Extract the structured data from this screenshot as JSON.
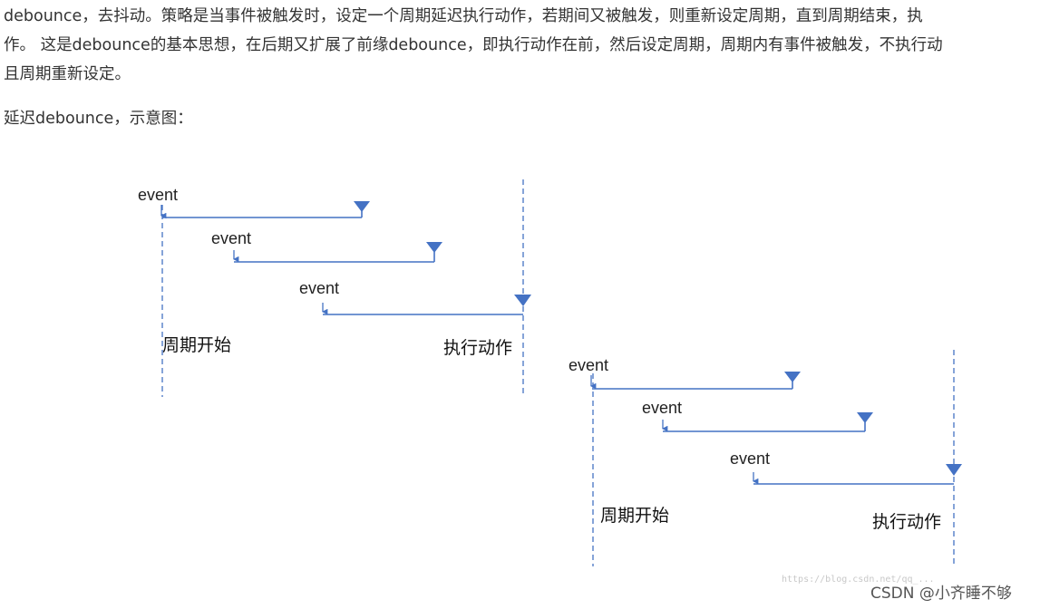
{
  "article": {
    "paragraph_lines": [
      "debounce，去抖动。策略是当事件被触发时，设定一个周期延迟执行动作，若期间又被触发，则重新设定周期，直到周期结束，执",
      "作。 这是debounce的基本思想，在后期又扩展了前缘debounce，即执行动作在前，然后设定周期，周期内有事件被触发，不执行动",
      "且周期重新设定。"
    ],
    "subtitle": "延迟debounce，示意图："
  },
  "diagram": {
    "event_label": "event",
    "cycle_start_label": "周期开始",
    "execute_label": "执行动作",
    "faint_url_watermark": "https://blog.csdn.net/qq_...",
    "watermark": "CSDN @小齐睡不够",
    "colors": {
      "line": "#4472c4",
      "marker": "#4472c4",
      "dashed": "#4472c4"
    }
  }
}
